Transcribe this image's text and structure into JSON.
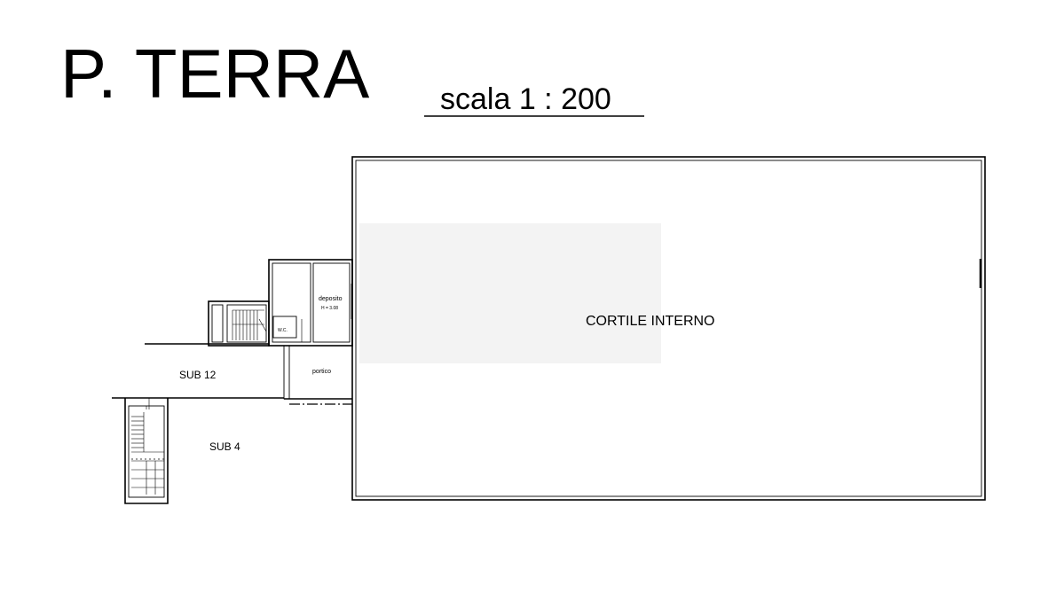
{
  "title": "P. TERRA",
  "scale_label": "scala 1 : 200",
  "rooms": {
    "cortile": "CORTILE  INTERNO",
    "sub12": "SUB  12",
    "sub4": "SUB  4",
    "deposito": "deposito",
    "deposito_height": "H = 3.08",
    "wc": "W.C.",
    "portico": "portico"
  }
}
